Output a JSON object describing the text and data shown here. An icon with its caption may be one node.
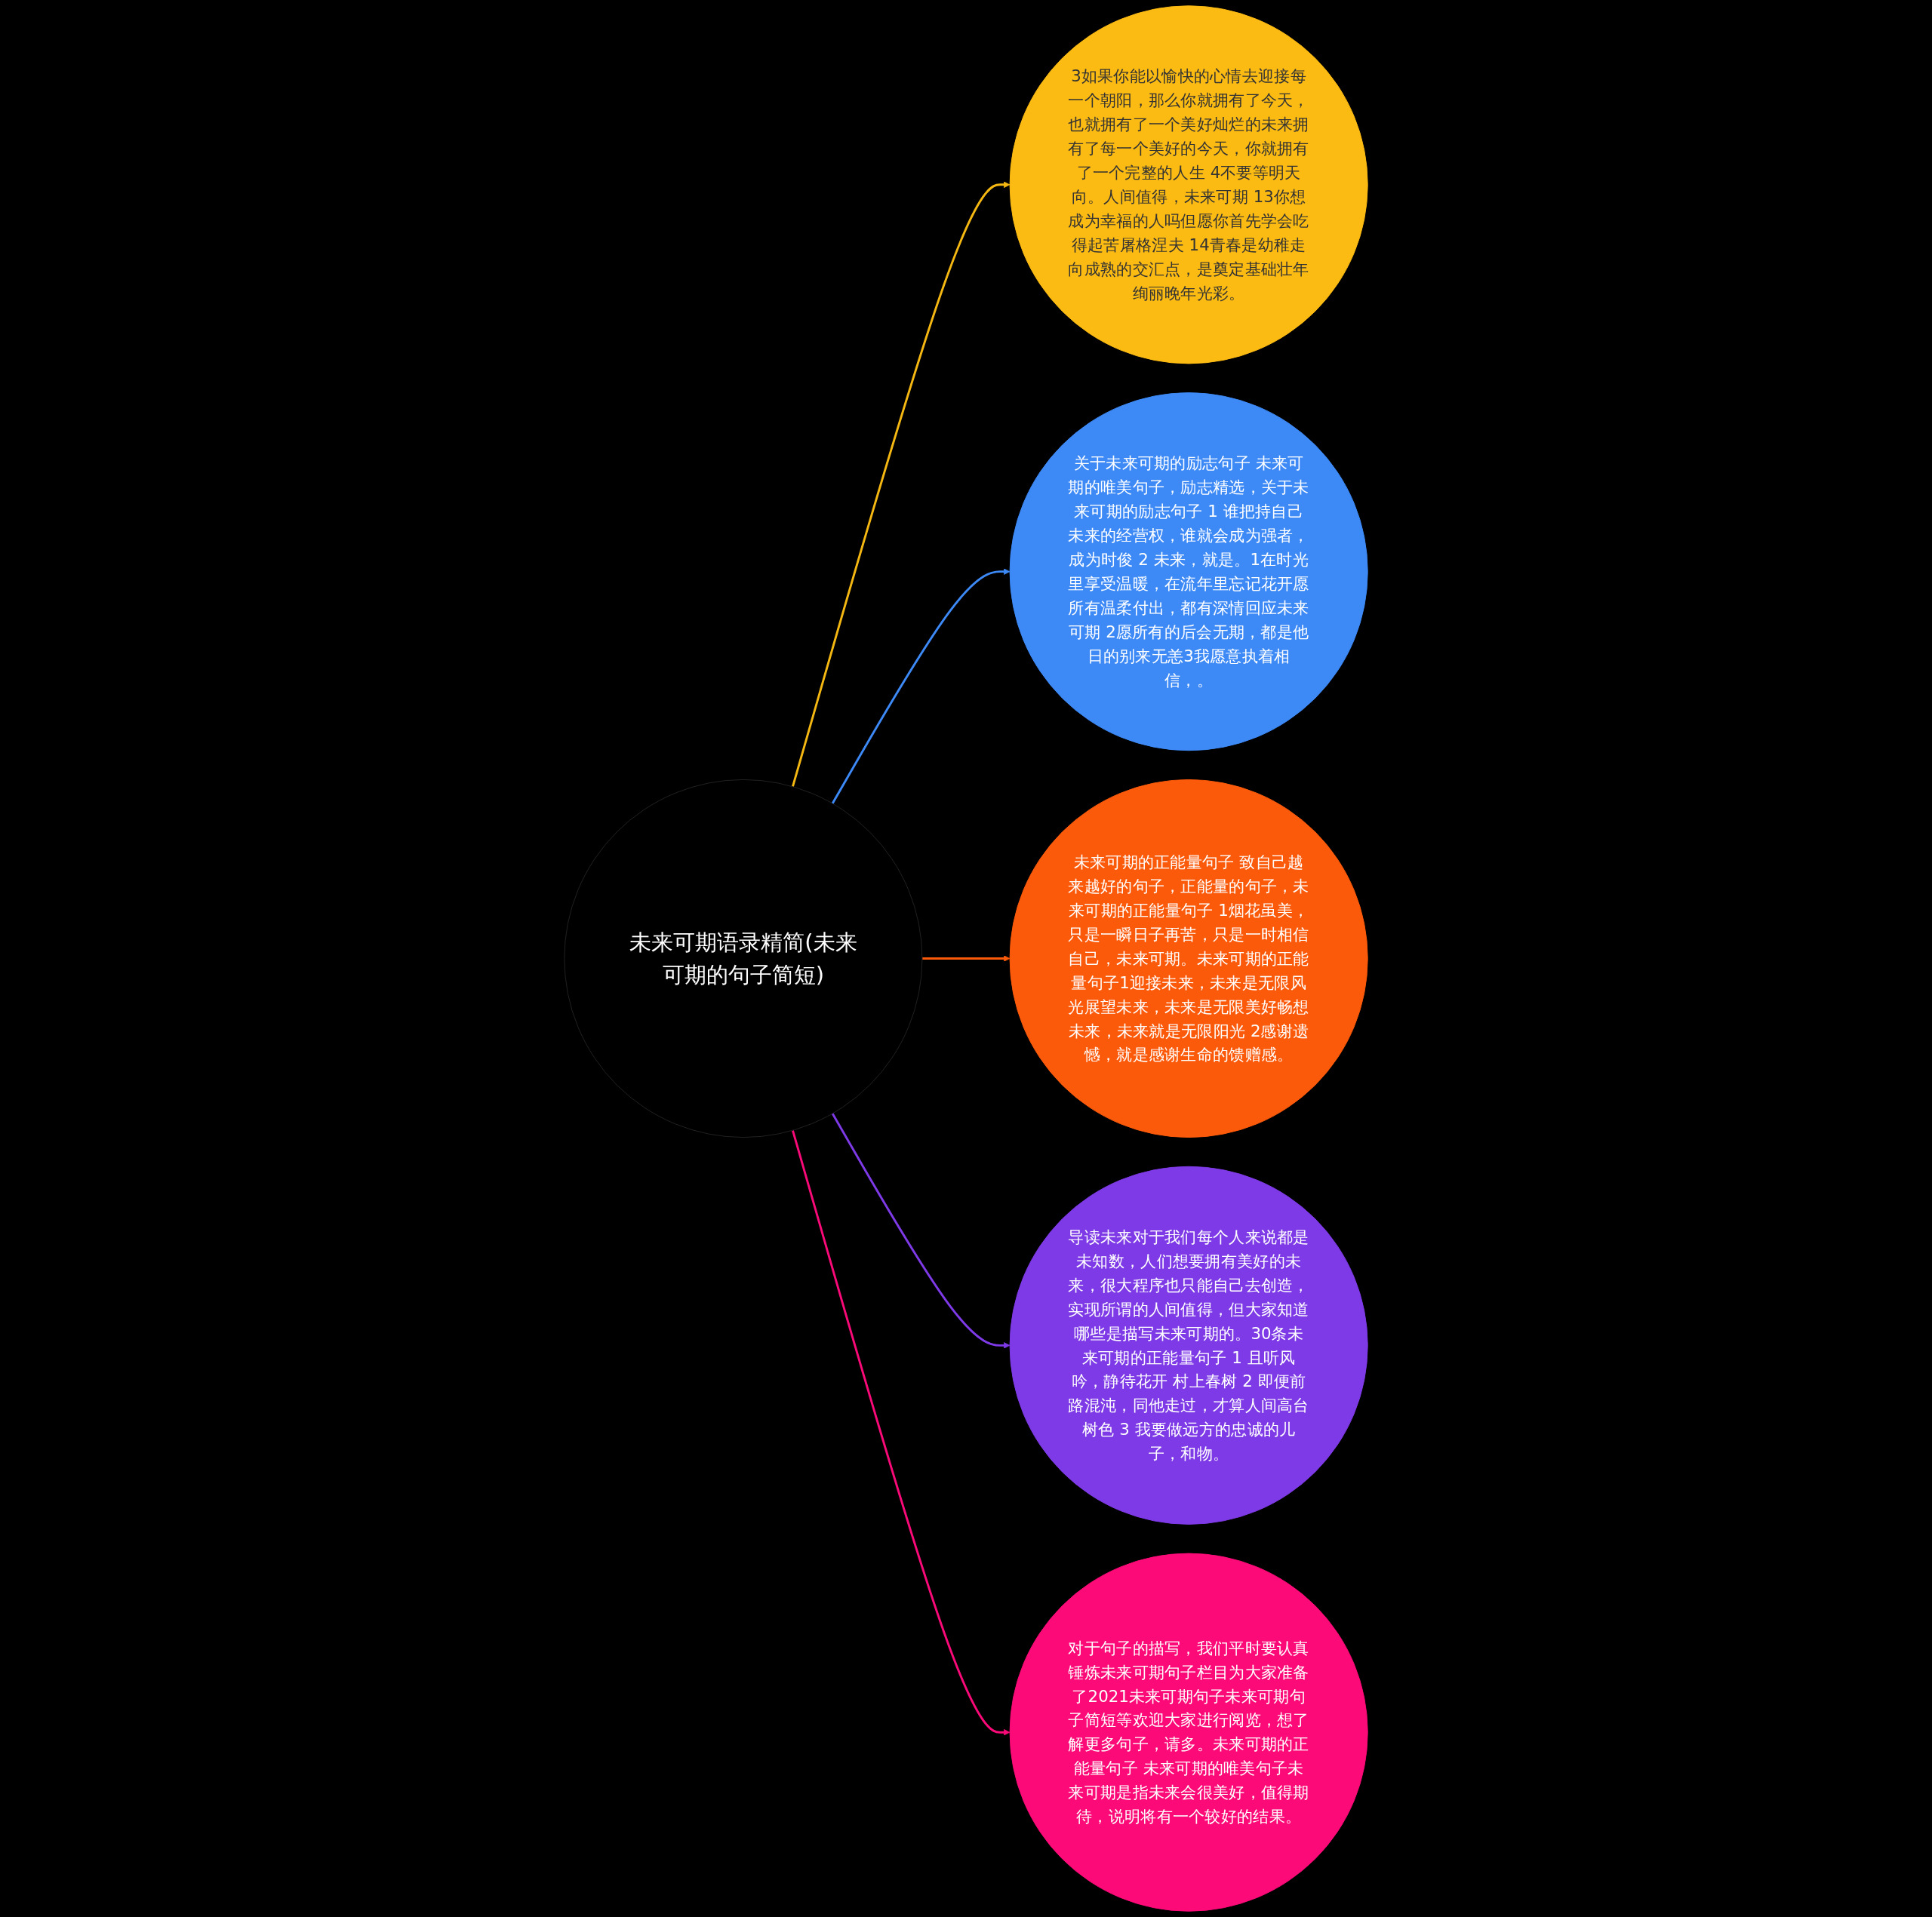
{
  "diagram": {
    "nodes": [
      {
        "text": [
          "未来可期语录精简(未来可期的句子简短)"
        ]
      },
      {
        "text": [
          "3如果你能以愉快的心情去迎接每一个朝阳，那么你就拥有了今天，也就拥有了一个美好灿烂的未来拥有了每一个美好的今天，你就拥有了一个完整的人生 4不要等明天向。人间值得，未来可期 13你想成为幸福的人吗但愿你首先学会吃得起苦屠格涅夫 14青春是幼稚走向成熟的交汇点，是奠定基础壮年绚丽晚年光彩。"
        ]
      },
      {
        "text": [
          "关于未来可期的励志句子 未来可期的唯美句子，励志精选，关于未来可期的励志句子 1 谁把持自己未来的经营权，谁就会成为强者，成为时俊 2 未来，就是。1在时光里享受温暖，在流年里忘记花开愿所有温柔付出，都有深情回应未来可期 2愿所有的后会无期，都是他日的别来无恙3我愿意执着相信，。"
        ]
      },
      {
        "text": [
          "未来可期的正能量句子 致自己越来越好的句子，正能量的句子，未来可期的正能量句子 1烟花虽美，只是一瞬日子再苦，只是一时相信自己，未来可期。未来可期的正能量句子1迎接未来，未来是无限风光展望未来，未来是无限美好畅想未来，未来就是无限阳光 2感谢遗憾，就是感谢生命的馈赠感。"
        ]
      },
      {
        "text": [
          "导读未来对于我们每个人来说都是未知数，人们想要拥有美好的未来，很大程序也只能自己去创造，实现所谓的人间值得，但大家知道哪些是描写未来可期的。30条未来可期的正能量句子 1 且听风吟，静待花开 村上春树 2 即便前路混沌，同他走过，才算人间高台树色 3 我要做远方的忠诚的儿子，和物。"
        ]
      },
      {
        "text": [
          "对于句子的描写，我们平时要认真锤炼未来可期句子栏目为大家准备了2021未来可期句子未来可期句子简短等欢迎大家进行阅览，想了解更多句子，请多。未来可期的正能量句子 未来可期的唯美句子未来可期是指未来会很美好，值得期待，说明将有一个较好的结果。"
        ]
      }
    ],
    "edges": [
      {
        "from": 0,
        "to": 1,
        "arrow": "to",
        "color": "#f5b812"
      },
      {
        "from": 0,
        "to": 2,
        "arrow": "to",
        "color": "#3d8af7"
      },
      {
        "from": 0,
        "to": 3,
        "arrow": "to",
        "color": "#fa5a0a"
      },
      {
        "from": 0,
        "to": 4,
        "arrow": "to",
        "color": "#7e3ae6"
      },
      {
        "from": 0,
        "to": 5,
        "arrow": "to",
        "color": "#fa0a78"
      }
    ]
  }
}
